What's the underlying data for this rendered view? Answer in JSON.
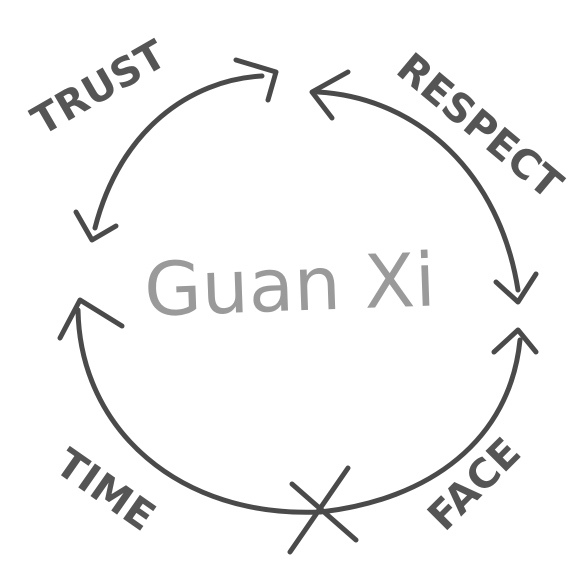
{
  "center_label": "Guan Xi",
  "cycle_labels": {
    "trust": "TRUST",
    "respect": "RESPECT",
    "face": "FACE",
    "time": "TIME"
  },
  "colors": {
    "background": "#ffffff",
    "stroke": "#4a4a4a",
    "center_text": "#9a9a9a",
    "labels": "#555555"
  },
  "icons": {
    "cross_mark": "x-mark-icon"
  }
}
